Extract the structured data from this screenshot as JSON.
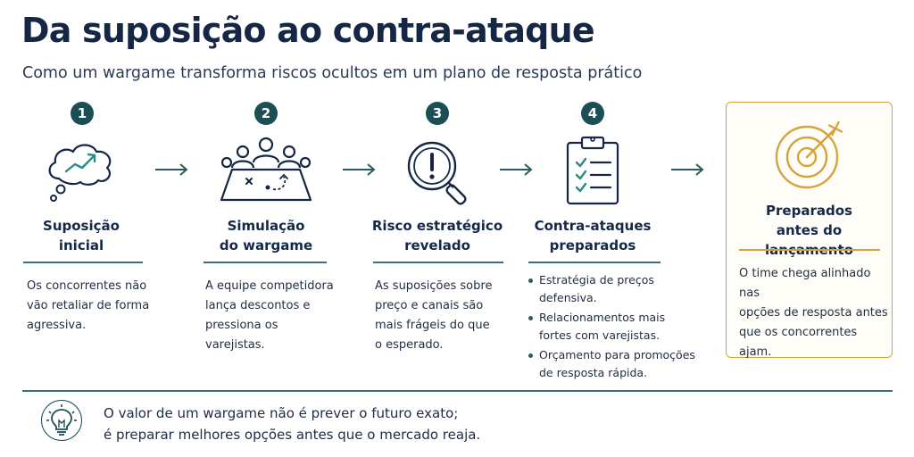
{
  "header": {
    "title": "Da suposição ao contra-ataque",
    "subtitle": "Como um wargame transforma riscos ocultos em um plano de resposta prático"
  },
  "steps": [
    {
      "number": "1",
      "title_line1": "Suposição",
      "title_line2": "inicial",
      "desc_lines": [
        "Os concorrentes não",
        "vão retaliar de forma",
        "agressiva."
      ],
      "icon": "thought-cloud-trend-icon"
    },
    {
      "number": "2",
      "title_line1": "Simulação",
      "title_line2": "do wargame",
      "desc_lines": [
        "A equipe competidora",
        "lança descontos e",
        "pressiona os",
        "varejistas."
      ],
      "icon": "strategy-table-team-icon"
    },
    {
      "number": "3",
      "title_line1": "Risco estratégico",
      "title_line2": "revelado",
      "desc_lines": [
        "As suposições sobre",
        "preço e canais são",
        "mais frágeis do que",
        "o esperado."
      ],
      "icon": "magnifier-alert-icon"
    },
    {
      "number": "4",
      "title_line1": "Contra-ataques",
      "title_line2": "preparados",
      "bullets": [
        [
          "Estratégia de preços",
          "defensiva."
        ],
        [
          "Relacionamentos mais",
          "fortes com varejistas."
        ],
        [
          "Orçamento para promoções",
          "de resposta rápida."
        ]
      ],
      "icon": "checklist-clipboard-icon"
    }
  ],
  "final": {
    "title_line1": "Preparados",
    "title_line2": "antes do lançamento",
    "desc_lines": [
      "O time chega alinhado nas",
      "opções de resposta antes",
      "que os concorrentes",
      "ajam."
    ],
    "icon": "target-arrow-icon"
  },
  "footer": {
    "line1": "O valor de um wargame não é prever o futuro exato;",
    "line2": "é preparar melhores opções antes que o mercado reaja.",
    "icon": "lightbulb-icon"
  },
  "colors": {
    "navy": "#162746",
    "teal": "#1c4f55",
    "gold": "#d6a33a"
  }
}
